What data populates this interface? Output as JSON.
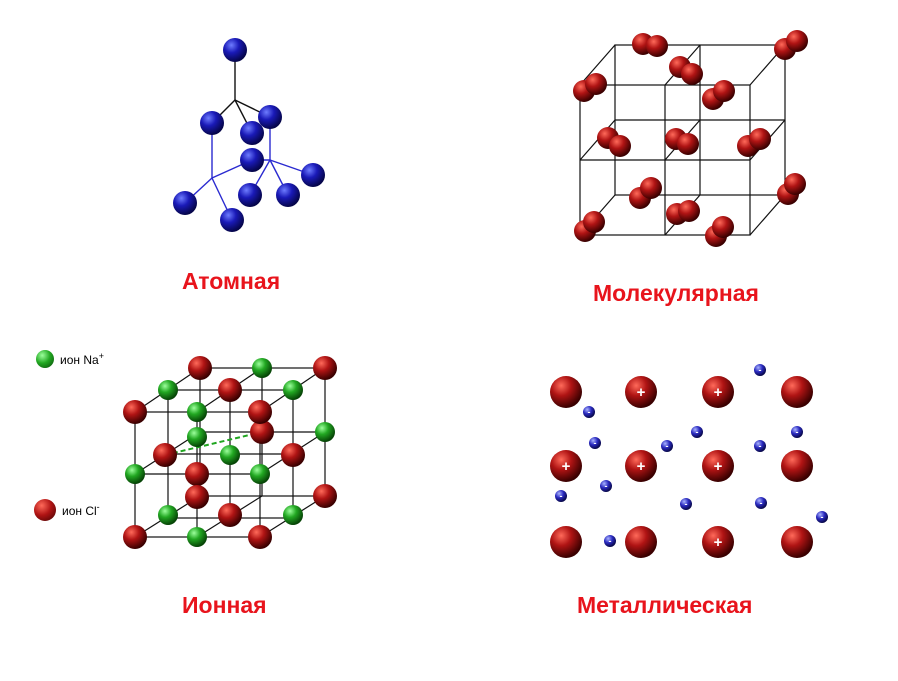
{
  "colors": {
    "caption": "#e8141c",
    "atomic": "#1a1aa8",
    "molecular": "#9a1010",
    "na": "#1fa51f",
    "cl": "#9a1010",
    "metal_ion": "#9a1010",
    "electron": "#1a1aa8",
    "line": "#111111",
    "bond": "#2a2ad0"
  },
  "panels": {
    "atomic": {
      "caption": "Атомная"
    },
    "molecular": {
      "caption": "Молекулярная"
    },
    "ionic": {
      "caption": "Ионная",
      "legend_na_text": "ион Na",
      "legend_na_charge": "+",
      "legend_cl_text": "ион Cl",
      "legend_cl_charge": "-"
    },
    "metallic": {
      "caption": "Металлическая",
      "ion_charge": "+",
      "electron_charge": "-"
    }
  }
}
